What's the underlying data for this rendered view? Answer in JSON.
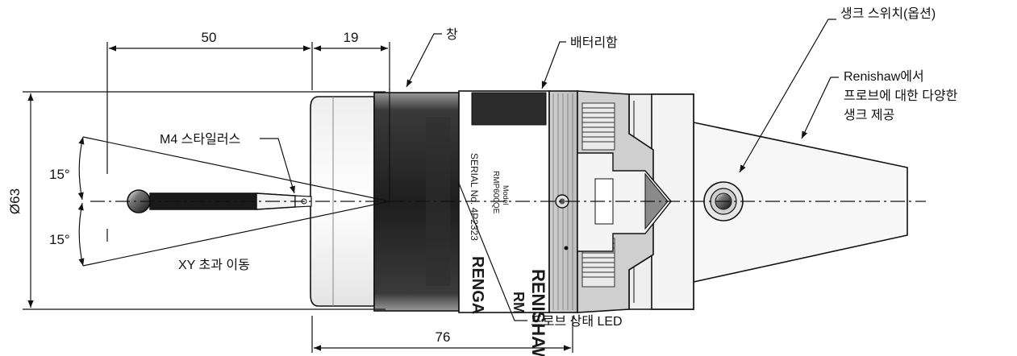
{
  "dimensions": {
    "width_50": "50",
    "width_19": "19",
    "width_76": "76",
    "diameter": "Ø63",
    "angle_top": "15°",
    "angle_bottom": "15°"
  },
  "callouts": {
    "window": "창",
    "battery_box": "배터리함",
    "shank_switch": "생크 스위치(옵션)",
    "renishaw_shanks": [
      "Renishaw에서",
      "프로브에 대한 다양한",
      "생크 제공"
    ],
    "stylus": "M4 스타일러스",
    "overtravel": "XY 초과 이동",
    "status_led": "프로브 상태 LED"
  },
  "product_marking": {
    "model_label": "Model",
    "model_code": "RMP600QE",
    "serial": "SERIAL No. 4P2323",
    "brand": "RENISHAW",
    "brand_short": "RENGA",
    "brand_short2": "RM"
  },
  "colors": {
    "line": "#111111",
    "body_grey": "#d9d9d9",
    "window_dark": "#2a2a2a",
    "shank_light": "#f2f2f2"
  }
}
